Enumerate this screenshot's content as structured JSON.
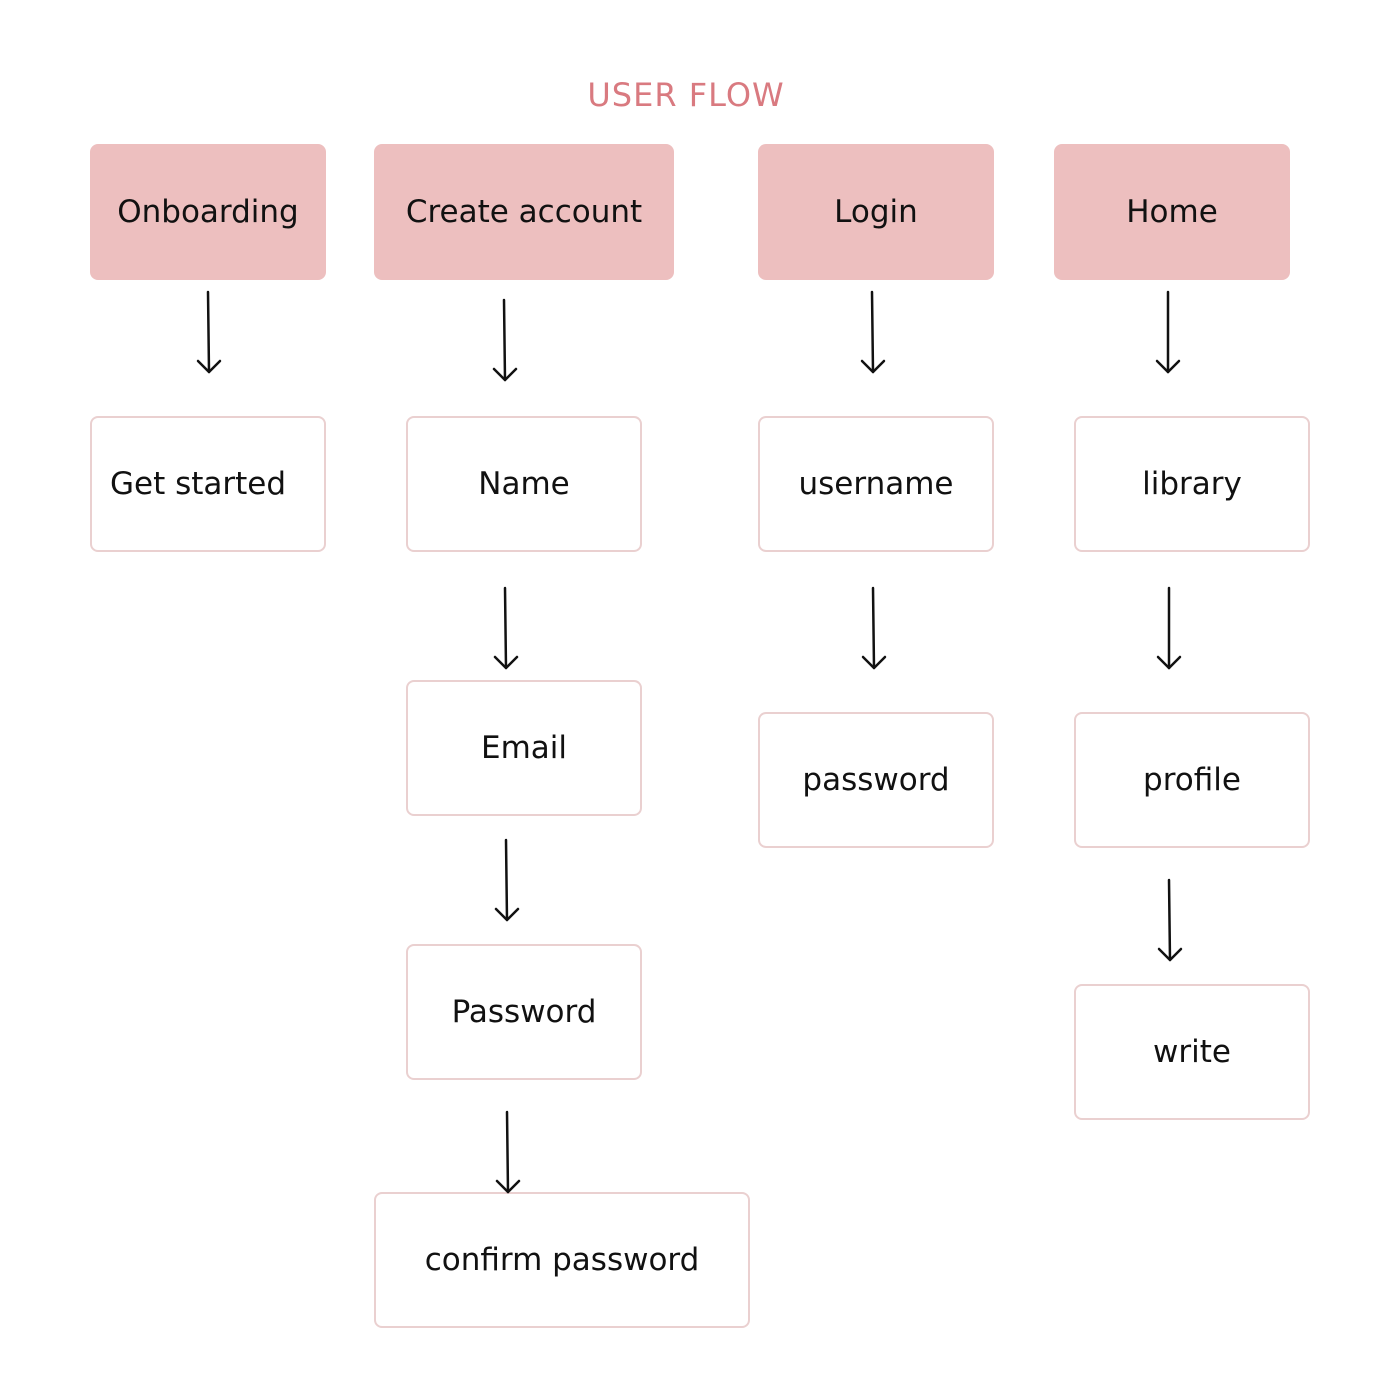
{
  "title": "USER FLOW",
  "colors": {
    "accent": "#d97a80",
    "header_fill": "#edbfbf",
    "step_border": "#ead0d0",
    "text": "#111111",
    "arrow": "#111111"
  },
  "columns": {
    "onboarding": {
      "header": "Onboarding",
      "steps": [
        "Get started"
      ]
    },
    "create_account": {
      "header": "Create account",
      "steps": [
        "Name",
        "Email",
        "Password",
        "confirm password"
      ]
    },
    "login": {
      "header": "Login",
      "steps": [
        "username",
        "password"
      ]
    },
    "home": {
      "header": "Home",
      "steps": [
        "library",
        "profile",
        "write"
      ]
    }
  }
}
